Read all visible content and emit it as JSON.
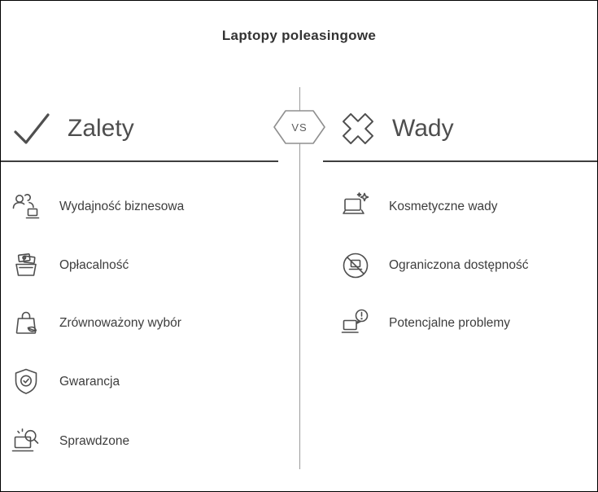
{
  "title": "Laptopy poleasingowe",
  "vs_label": "VS",
  "colors": {
    "text": "#3d3d3d",
    "header_text": "#4e4e4e",
    "icon_stroke": "#4f4f4f",
    "rule": "#3e3e3e",
    "center_line": "#9a9a9a",
    "background": "#ffffff"
  },
  "left": {
    "header": "Zalety",
    "header_icon": "check-icon",
    "items": [
      {
        "label": "Wydajność biznesowa",
        "icon": "people-laptop-icon"
      },
      {
        "label": "Opłacalność",
        "icon": "money-box-icon"
      },
      {
        "label": "Zrównoważony wybór",
        "icon": "eco-bag-icon"
      },
      {
        "label": "Gwarancja",
        "icon": "shield-check-icon"
      },
      {
        "label": "Sprawdzone",
        "icon": "laptop-magnifier-icon"
      }
    ]
  },
  "right": {
    "header": "Wady",
    "header_icon": "x-icon",
    "items": [
      {
        "label": "Kosmetyczne wady",
        "icon": "laptop-sparkle-icon"
      },
      {
        "label": "Ograniczona dostępność",
        "icon": "laptop-prohibited-icon"
      },
      {
        "label": "Potencjalne problemy",
        "icon": "laptop-alert-icon"
      }
    ]
  }
}
